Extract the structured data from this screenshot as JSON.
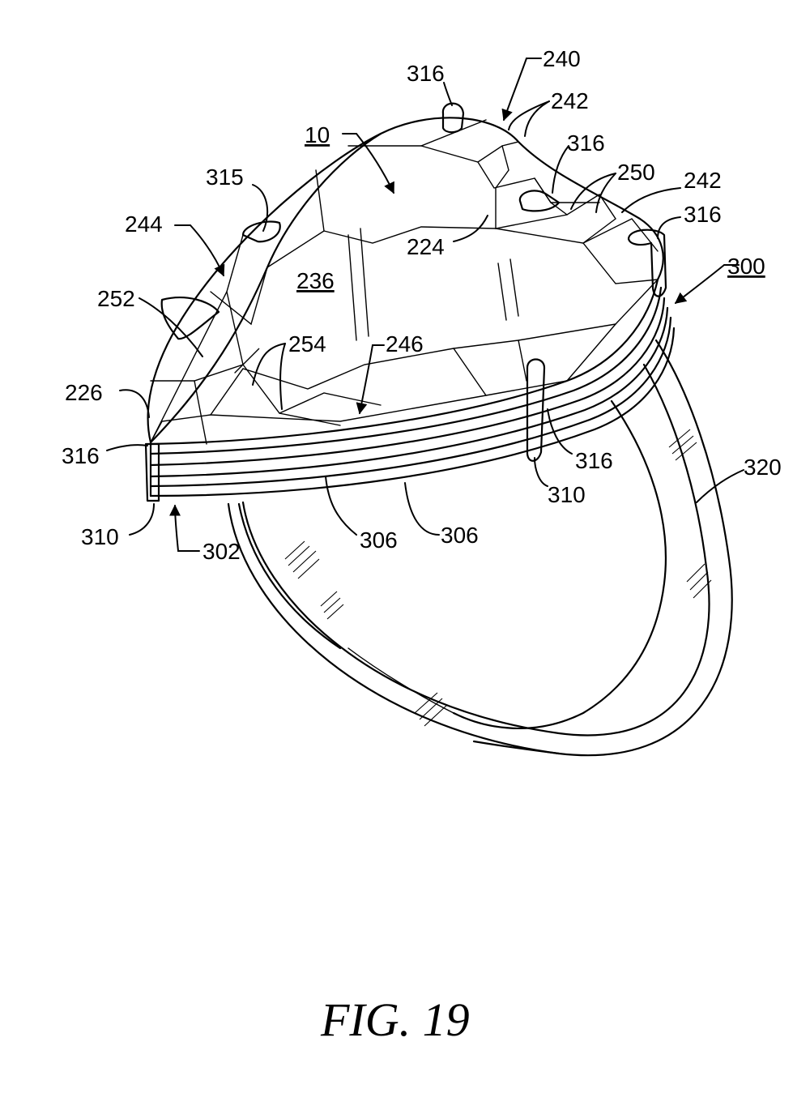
{
  "figure": {
    "caption": "FIG. 19",
    "labels": {
      "l240": "240",
      "l316a": "316",
      "l242a": "242",
      "l10": "10",
      "l316b": "316",
      "l250": "250",
      "l242b": "242",
      "l315": "315",
      "l316c": "316",
      "l244": "244",
      "l224": "224",
      "l300": "300",
      "l236": "236",
      "l252": "252",
      "l254": "254",
      "l246": "246",
      "l226": "226",
      "l316d": "316",
      "l316e": "316",
      "l320": "320",
      "l310a": "310",
      "l310b": "310",
      "l302": "302",
      "l306a": "306",
      "l306b": "306"
    }
  }
}
